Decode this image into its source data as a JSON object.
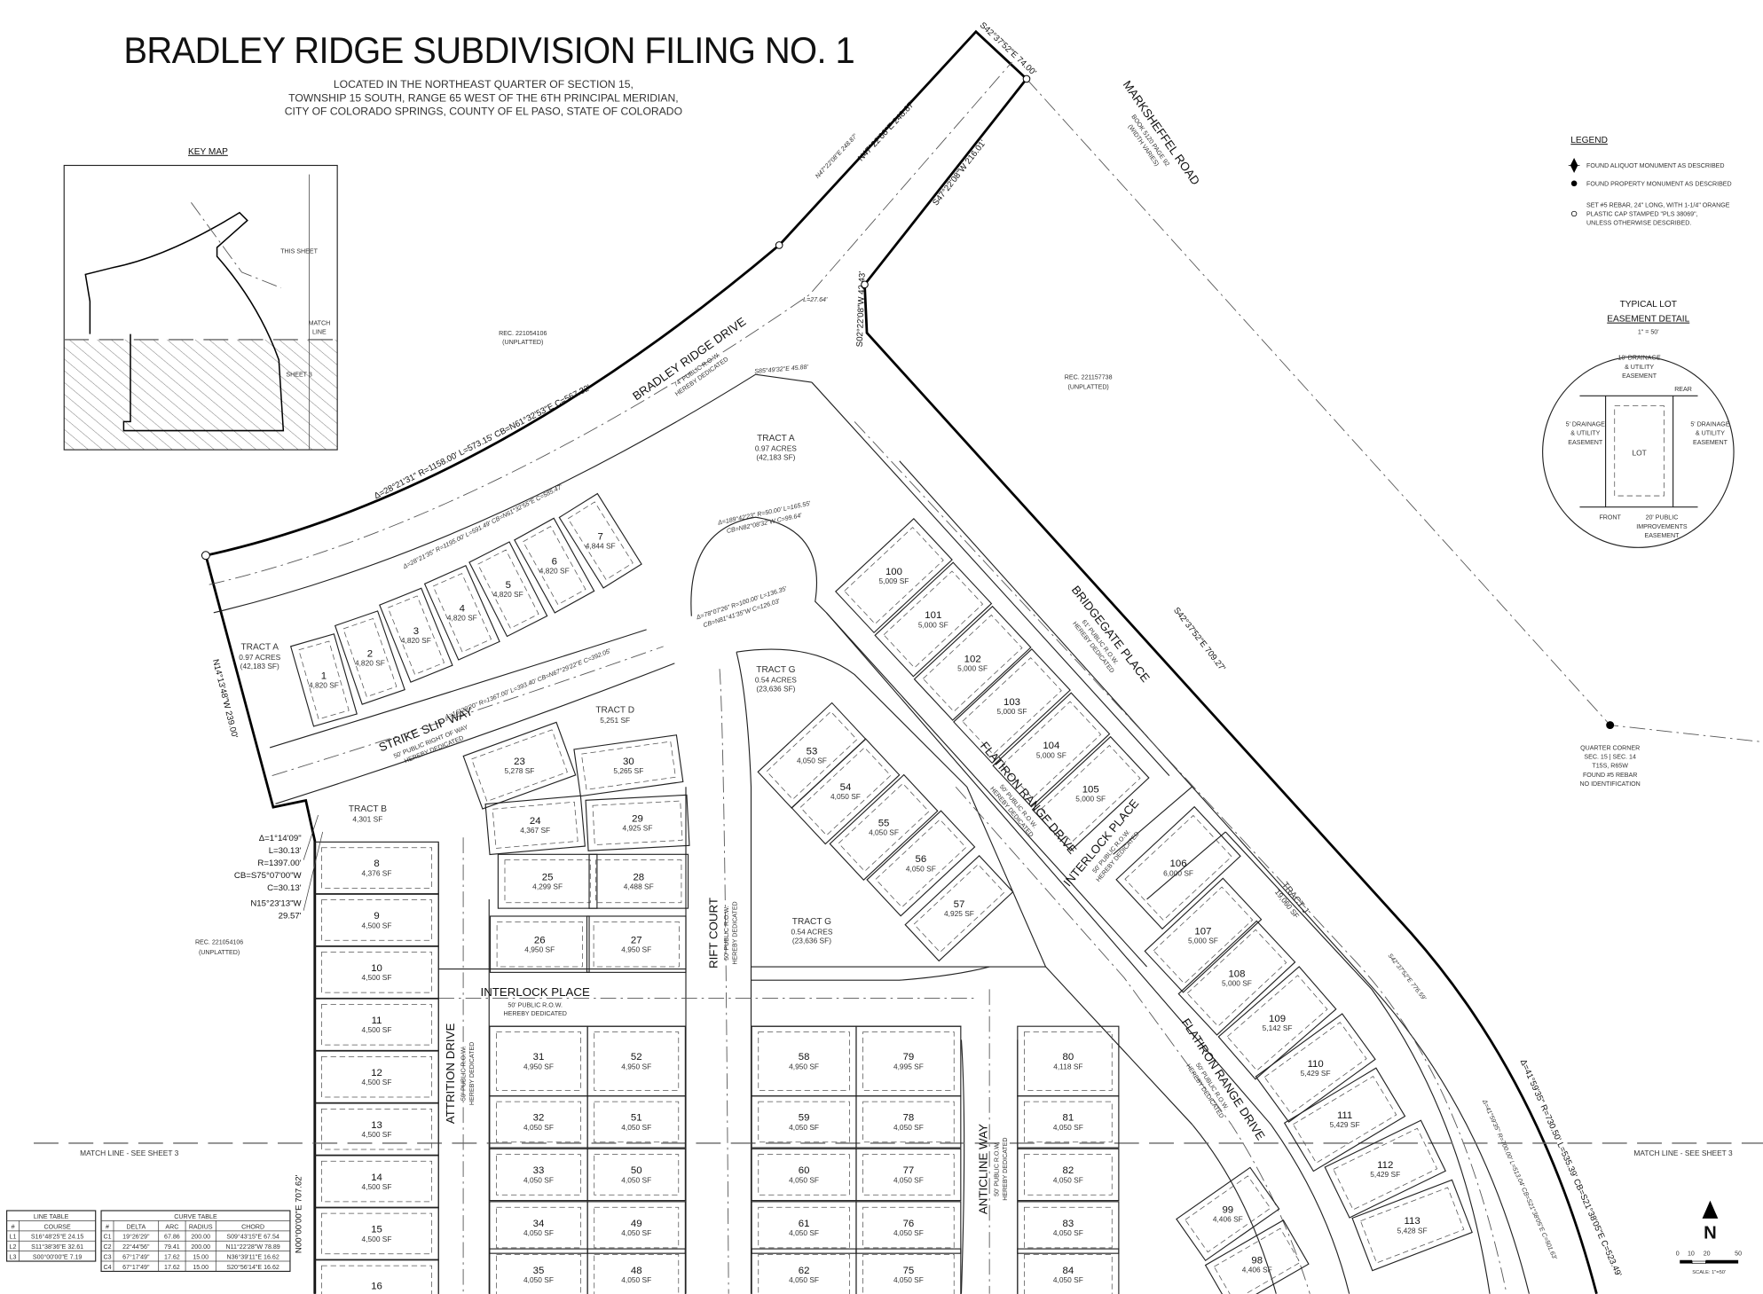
{
  "title": "BRADLEY RIDGE SUBDIVISION FILING NO. 1",
  "subtitle": [
    "LOCATED IN THE NORTHEAST QUARTER OF SECTION 15,",
    "TOWNSHIP 15 SOUTH, RANGE 65 WEST OF THE 6TH PRINCIPAL MERIDIAN,",
    "CITY OF COLORADO SPRINGS, COUNTY OF EL PASO, STATE OF COLORADO"
  ],
  "key_map": {
    "title": "KEY MAP",
    "this_sheet": "THIS SHEET",
    "match_line": [
      "MATCH",
      "LINE"
    ],
    "sheet3": "SHEET 3"
  },
  "legend": {
    "title": "LEGEND",
    "items": [
      {
        "icon": "aliquot-monument-icon",
        "lines": [
          "FOUND ALIQUOT MONUMENT AS DESCRIBED"
        ]
      },
      {
        "icon": "property-monument-icon",
        "lines": [
          "FOUND PROPERTY MONUMENT AS DESCRIBED"
        ]
      },
      {
        "icon": "rebar-cap-icon",
        "lines": [
          "SET #5 REBAR, 24\" LONG, WITH 1-1/4\" ORANGE",
          "PLASTIC CAP STAMPED \"PLS 38069\",",
          "UNLESS OTHERWISE DESCRIBED."
        ]
      }
    ]
  },
  "typical_lot": {
    "title": [
      "TYPICAL LOT",
      "EASEMENT DETAIL"
    ],
    "scale": "1\" = 50'",
    "rear_easement": [
      "10' DRAINAGE",
      "& UTILITY",
      "EASEMENT"
    ],
    "side_easement": [
      "5' DRAINAGE",
      "& UTILITY",
      "EASEMENT"
    ],
    "front_easement": [
      "20' PUBLIC",
      "IMPROVEMENTS",
      "EASEMENT"
    ],
    "rear": "REAR",
    "front": "FRONT",
    "lot": "LOT"
  },
  "streets": [
    {
      "name": "BRADLEY RIDGE DRIVE",
      "row": [
        "74' PUBLIC R.O.W.",
        "HEREBY DEDICATED"
      ]
    },
    {
      "name": "STRIKE SLIP WAY",
      "row": [
        "50' PUBLIC RIGHT OF WAY",
        "HEREBY DEDICATED"
      ]
    },
    {
      "name": "RIFT COURT",
      "row": [
        "50' PUBLIC R.O.W.",
        "HEREBY DEDICATED"
      ]
    },
    {
      "name": "INTERLOCK PLACE",
      "row": [
        "50' PUBLIC R.O.W.",
        "HEREBY DEDICATED"
      ]
    },
    {
      "name": "INTERLOCK PLACE",
      "row": [
        "50' PUBLIC R.O.W.",
        "HEREBY DEDICATED"
      ]
    },
    {
      "name": "ATTRITION DRIVE",
      "row": [
        "50' PUBLIC R.O.W.",
        "HEREBY DEDICATED"
      ]
    },
    {
      "name": "ANTICLINE WAY",
      "row": [
        "50' PUBLIC R.O.W.",
        "HEREBY DEDICATED"
      ]
    },
    {
      "name": "FLATIRON RANGE DRIVE",
      "row": [
        "50' PUBLIC R.O.W.",
        "HEREBY DEDICATED"
      ]
    },
    {
      "name": "FLATIRON RANGE DRIVE",
      "row": [
        "50' PUBLIC R.O.W.",
        "HEREBY DEDICATED"
      ]
    },
    {
      "name": "BRIDGEGATE PLACE",
      "row": [
        "61' PUBLIC R.O.W.",
        "HEREBY DEDICATED"
      ]
    },
    {
      "name": "MARKSHEFFEL ROAD",
      "row": [
        "BOOK 5120 PAGE 92",
        "(WIDTH VARIES)"
      ]
    }
  ],
  "lots": [
    {
      "id": "1",
      "area": "4,820 SF"
    },
    {
      "id": "2",
      "area": "4,820 SF"
    },
    {
      "id": "3",
      "area": "4,820 SF"
    },
    {
      "id": "4",
      "area": "4,820 SF"
    },
    {
      "id": "5",
      "area": "4,820 SF"
    },
    {
      "id": "6",
      "area": "4,820 SF"
    },
    {
      "id": "7",
      "area": "4,844 SF"
    },
    {
      "id": "8",
      "area": "4,376 SF"
    },
    {
      "id": "9",
      "area": "4,500 SF"
    },
    {
      "id": "10",
      "area": "4,500 SF"
    },
    {
      "id": "11",
      "area": "4,500 SF"
    },
    {
      "id": "12",
      "area": "4,500 SF"
    },
    {
      "id": "13",
      "area": "4,500 SF"
    },
    {
      "id": "14",
      "area": "4,500 SF"
    },
    {
      "id": "15",
      "area": "4,500 SF"
    },
    {
      "id": "16",
      "area": ""
    },
    {
      "id": "23",
      "area": "5,278 SF"
    },
    {
      "id": "30",
      "area": "5,265 SF"
    },
    {
      "id": "24",
      "area": "4,367 SF"
    },
    {
      "id": "29",
      "area": "4,925 SF"
    },
    {
      "id": "25",
      "area": "4,299 SF"
    },
    {
      "id": "28",
      "area": "4,488 SF"
    },
    {
      "id": "26",
      "area": "4,950 SF"
    },
    {
      "id": "27",
      "area": "4,950 SF"
    },
    {
      "id": "31",
      "area": "4,950 SF"
    },
    {
      "id": "52",
      "area": "4,950 SF"
    },
    {
      "id": "32",
      "area": "4,050 SF"
    },
    {
      "id": "51",
      "area": "4,050 SF"
    },
    {
      "id": "33",
      "area": "4,050 SF"
    },
    {
      "id": "50",
      "area": "4,050 SF"
    },
    {
      "id": "34",
      "area": "4,050 SF"
    },
    {
      "id": "49",
      "area": "4,050 SF"
    },
    {
      "id": "35",
      "area": "4,050 SF"
    },
    {
      "id": "48",
      "area": "4,050 SF"
    },
    {
      "id": "58",
      "area": "4,950 SF"
    },
    {
      "id": "79",
      "area": "4,995 SF"
    },
    {
      "id": "59",
      "area": "4,050 SF"
    },
    {
      "id": "78",
      "area": "4,050 SF"
    },
    {
      "id": "60",
      "area": "4,050 SF"
    },
    {
      "id": "77",
      "area": "4,050 SF"
    },
    {
      "id": "61",
      "area": "4,050 SF"
    },
    {
      "id": "76",
      "area": "4,050 SF"
    },
    {
      "id": "62",
      "area": "4,050 SF"
    },
    {
      "id": "75",
      "area": "4,050 SF"
    },
    {
      "id": "80",
      "area": "4,118 SF"
    },
    {
      "id": "81",
      "area": "4,050 SF"
    },
    {
      "id": "82",
      "area": "4,050 SF"
    },
    {
      "id": "83",
      "area": "4,050 SF"
    },
    {
      "id": "84",
      "area": "4,050 SF"
    },
    {
      "id": "53",
      "area": "4,050 SF"
    },
    {
      "id": "54",
      "area": "4,050 SF"
    },
    {
      "id": "55",
      "area": "4,050 SF"
    },
    {
      "id": "56",
      "area": "4,050 SF"
    },
    {
      "id": "57",
      "area": "4,925 SF"
    },
    {
      "id": "100",
      "area": "5,009 SF"
    },
    {
      "id": "101",
      "area": "5,000 SF"
    },
    {
      "id": "102",
      "area": "5,000 SF"
    },
    {
      "id": "103",
      "area": "5,000 SF"
    },
    {
      "id": "104",
      "area": "5,000 SF"
    },
    {
      "id": "105",
      "area": "5,000 SF"
    },
    {
      "id": "106",
      "area": "6,000 SF"
    },
    {
      "id": "107",
      "area": "5,000 SF"
    },
    {
      "id": "108",
      "area": "5,000 SF"
    },
    {
      "id": "109",
      "area": "5,142 SF"
    },
    {
      "id": "110",
      "area": "5,429 SF"
    },
    {
      "id": "111",
      "area": "5,429 SF"
    },
    {
      "id": "112",
      "area": "5,429 SF"
    },
    {
      "id": "113",
      "area": "5,428 SF"
    },
    {
      "id": "99",
      "area": "4,406 SF"
    },
    {
      "id": "98",
      "area": "4,406 SF"
    }
  ],
  "tracts": [
    {
      "name": "TRACT A",
      "lines": [
        "0.97 ACRES",
        "(42,183 SF)"
      ]
    },
    {
      "name": "TRACT A",
      "lines": [
        "0.97 ACRES",
        "(42,183 SF)"
      ]
    },
    {
      "name": "TRACT B",
      "lines": [
        "4,301 SF"
      ]
    },
    {
      "name": "TRACT D",
      "lines": [
        "5,251 SF"
      ]
    },
    {
      "name": "TRACT G",
      "lines": [
        "0.54 ACRES",
        "(23,636 SF)"
      ]
    },
    {
      "name": "TRACT G",
      "lines": [
        "0.54 ACRES",
        "(23,636 SF)"
      ]
    },
    {
      "name": "TRACT J",
      "lines": [
        "19,060 SF"
      ]
    }
  ],
  "boundary_calls": [
    "Δ=28°21'31\"  R=1158.00'  L=573.15'  CB=N61°32'53\"E  C=567.32'",
    "N47°22'08\"E 248.87'",
    "S42°37'52\"E 74.00'",
    "S47°22'08\"W 216.01'",
    "S02°22'08\"W 42.43'",
    "S42°37'52\"E 709.27'",
    "Δ=41°59'35\"  R=730.50'  L=535.39'  CB=S21°38'05\"E  C=523.49'",
    "N14°13'48\"W 239.00'",
    "N00°00'00\"E 707.62'"
  ],
  "boundary_callout": [
    "Δ=1°14'09\"",
    "L=30.13'",
    "R=1397.00'",
    "CB=S75°07'00\"W",
    "C=30.13'",
    "N15°23'13\"W",
    "29.57'"
  ],
  "row_calls": [
    "Δ=28°21'35\"  R=1195.00'  L=591.49'  CB=N61°32'55\"E  C=585.47'",
    "Δ=16°29'20\"  R=1367.00'  L=393.40'  CB=N67°29'22\"E  C=392.05'",
    "Δ=189°42'23\"  R=50.00'  L=165.55'",
    "CB=N82°08'32\"W  C=99.64'",
    "Δ=78°07'26\"  R=100.00'  L=136.35'",
    "CB=N81°41'35\"W  C=126.03'",
    "S42°37'52\"E 776.59'",
    "N47°22'08\"E 248.87'",
    "S85°49'32\"E 45.88'",
    "L=27.64'",
    "Δ=41°59'35\"  R=700.00'  L=513.04'  CB=S21°38'05\"E  C=501.63'"
  ],
  "adjoiners": [
    {
      "rec": "REC. 221054106",
      "status": "(UNPLATTED)"
    },
    {
      "rec": "REC. 221157738",
      "status": "(UNPLATTED)"
    },
    {
      "rec": "REC. 221054106",
      "status": "(UNPLATTED)"
    }
  ],
  "quarter_corner": [
    "QUARTER CORNER",
    "SEC. 15 | SEC. 14",
    "T15S, R65W",
    "FOUND #5 REBAR",
    "NO IDENTIFICATION"
  ],
  "match_line": "MATCH LINE - SEE SHEET 3",
  "north": "N",
  "scale_bar": {
    "ticks": [
      "0",
      "10",
      "20",
      "50"
    ],
    "label": "SCALE: 1\"=50'"
  },
  "line_table": {
    "title": "LINE TABLE",
    "headers": [
      "#",
      "COURSE"
    ],
    "rows": [
      [
        "L1",
        "S16°48'25\"E  24.15"
      ],
      [
        "L2",
        "S11°38'36\"E  32.61"
      ],
      [
        "L3",
        "S00°00'00\"E  7.19"
      ]
    ]
  },
  "curve_table": {
    "title": "CURVE TABLE",
    "headers": [
      "#",
      "DELTA",
      "ARC",
      "RADIUS",
      "CHORD"
    ],
    "rows": [
      [
        "C1",
        "19°26'29\"",
        "67.86",
        "200.00",
        "S09°43'15\"E  67.54"
      ],
      [
        "C2",
        "22°44'56\"",
        "79.41",
        "200.00",
        "N11°22'28\"W  78.89"
      ],
      [
        "C3",
        "67°17'49\"",
        "17.62",
        "15.00",
        "N36°39'11\"E  16.62"
      ],
      [
        "C4",
        "67°17'49\"",
        "17.62",
        "15.00",
        "S20°56'14\"E  16.62"
      ]
    ]
  }
}
